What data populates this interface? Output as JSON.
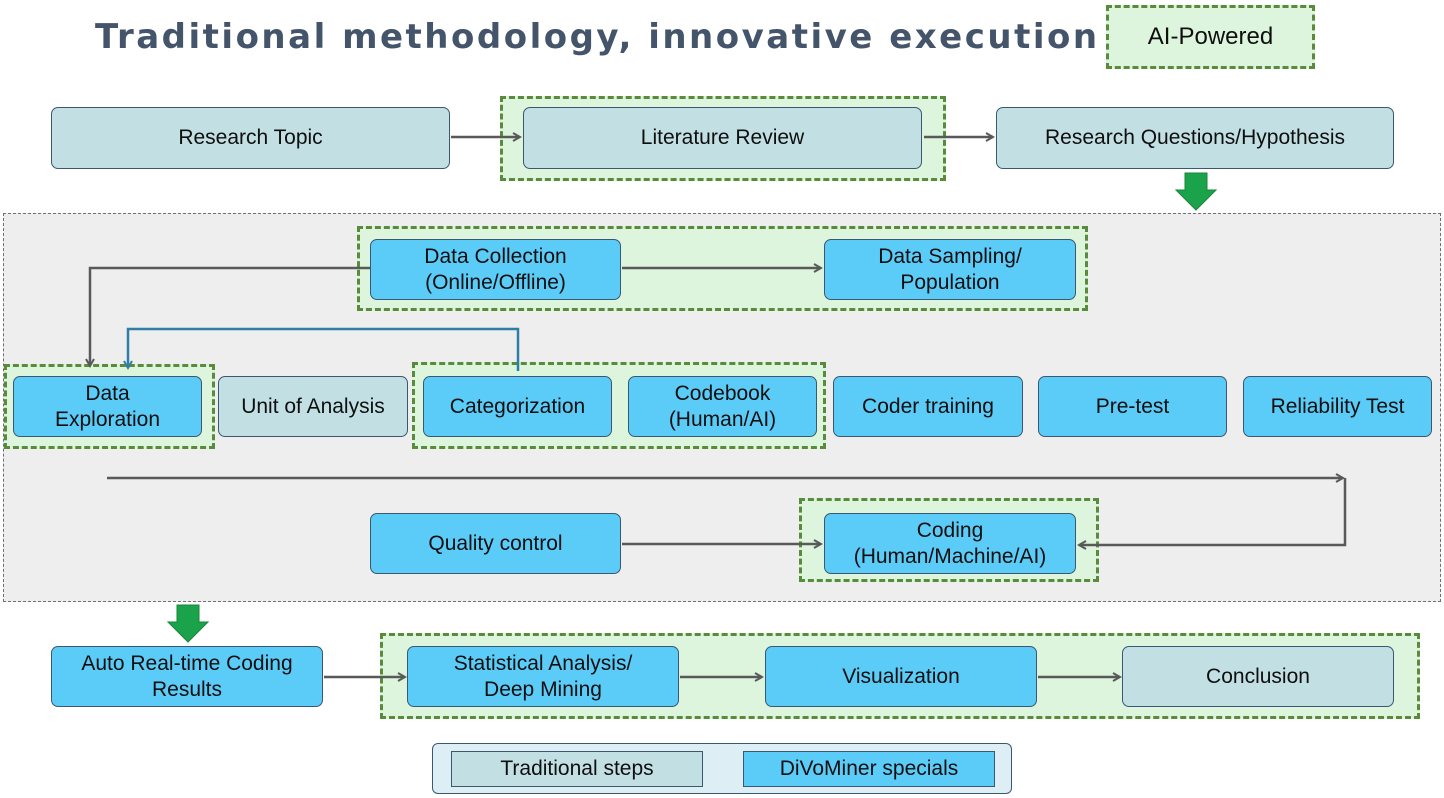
{
  "header": {
    "title": "Traditional methodology, innovative execution",
    "ai_badge": "AI-Powered"
  },
  "steps": {
    "research_topic": "Research Topic",
    "literature_review": "Literature Review",
    "research_questions": "Research Questions/Hypothesis",
    "data_collection": "Data Collection\n(Online/Offline)",
    "data_sampling": "Data Sampling/\nPopulation",
    "data_exploration": "Data\nExploration",
    "unit_of_analysis": "Unit of Analysis",
    "categorization": "Categorization",
    "codebook": "Codebook\n(Human/AI)",
    "coder_training": "Coder training",
    "pre_test": "Pre-test",
    "reliability_test": "Reliability Test",
    "quality_control": "Quality control",
    "coding": "Coding\n(Human/Machine/AI)",
    "auto_results": "Auto Real-time Coding\nResults",
    "statistical_analysis": "Statistical Analysis/\nDeep Mining",
    "visualization": "Visualization",
    "conclusion": "Conclusion"
  },
  "legend": {
    "traditional": "Traditional steps",
    "specials": "DiVoMiner specials"
  },
  "colors": {
    "traditional": "#c2e0e4",
    "special": "#5bccf8",
    "ai_frame": "#dcf5dc",
    "ai_border": "#5a8a3c",
    "title": "#44546a",
    "arrow": "#595959",
    "loop_arrow": "#2e7fa8",
    "down_arrow": "#1aa34a"
  }
}
